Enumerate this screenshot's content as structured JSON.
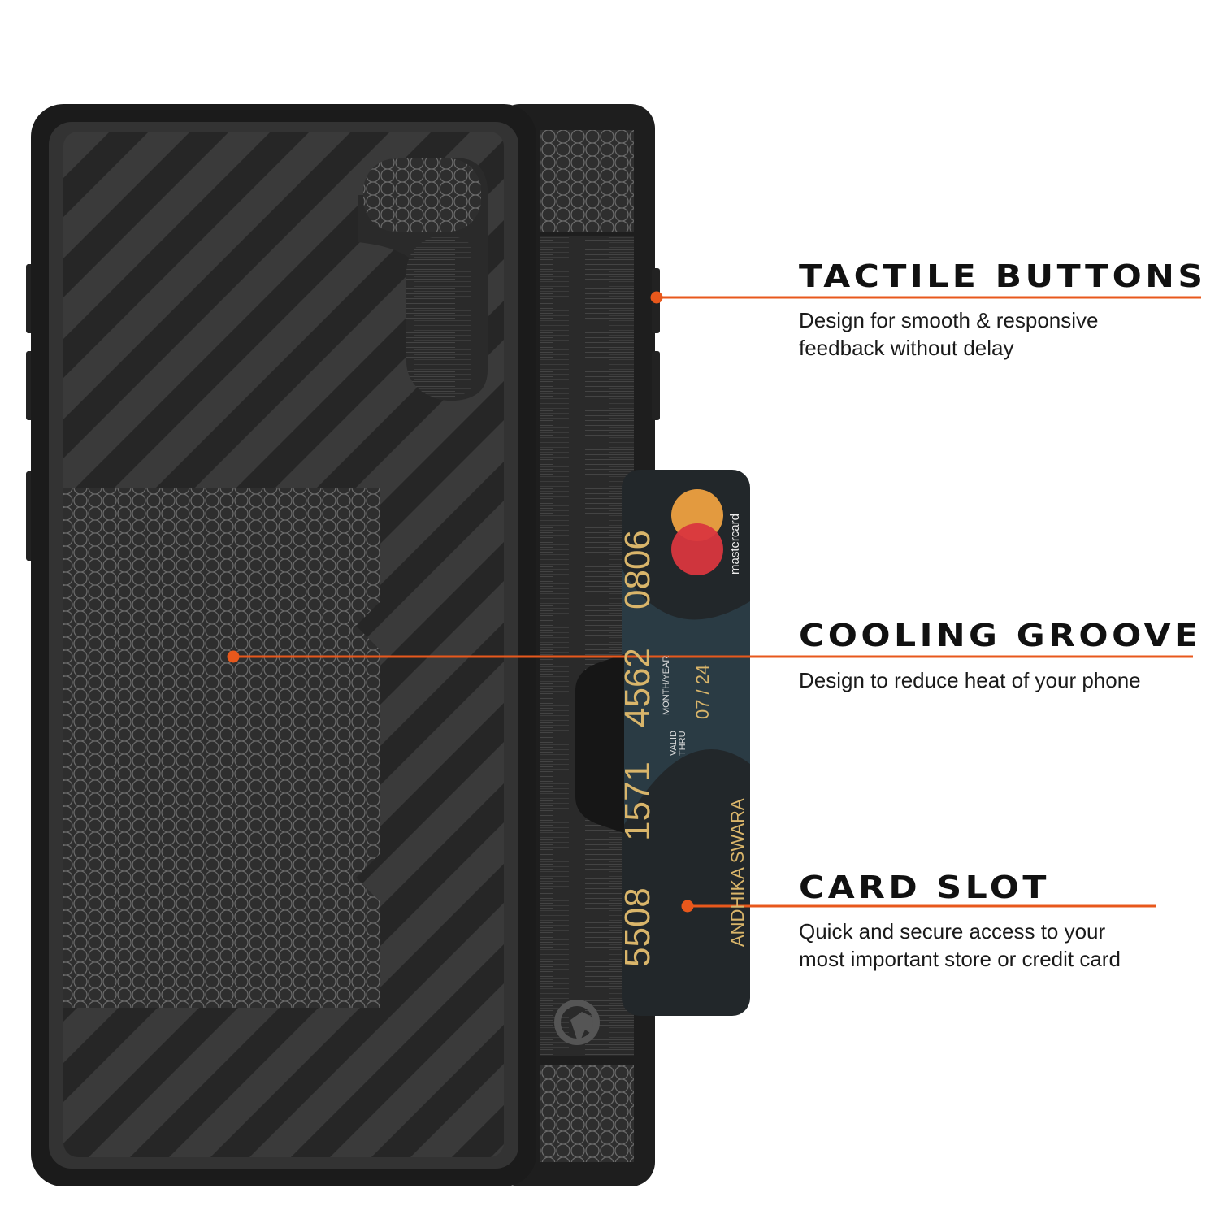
{
  "colors": {
    "accent": "#e8581c",
    "case": "#2c2c2c",
    "card_text": "#d9b56a"
  },
  "features": [
    {
      "title": "TACTILE BUTTONS",
      "description": [
        "Design for smooth & responsive",
        "feedback without delay"
      ]
    },
    {
      "title": "COOLING GROOVE",
      "description": [
        "Design to reduce heat of your phone"
      ]
    },
    {
      "title": "CARD SLOT",
      "description": [
        "Quick and secure access to your",
        "most important store or credit card"
      ]
    }
  ],
  "card": {
    "brand": "mastercard",
    "number": [
      "5508",
      "1571",
      "4562",
      "0806"
    ],
    "valid_label": "VALID THRU",
    "month_year_label": "MONTH/YEAR",
    "expiry": "07 / 24",
    "holder": "ANDHIKA SWARA"
  }
}
